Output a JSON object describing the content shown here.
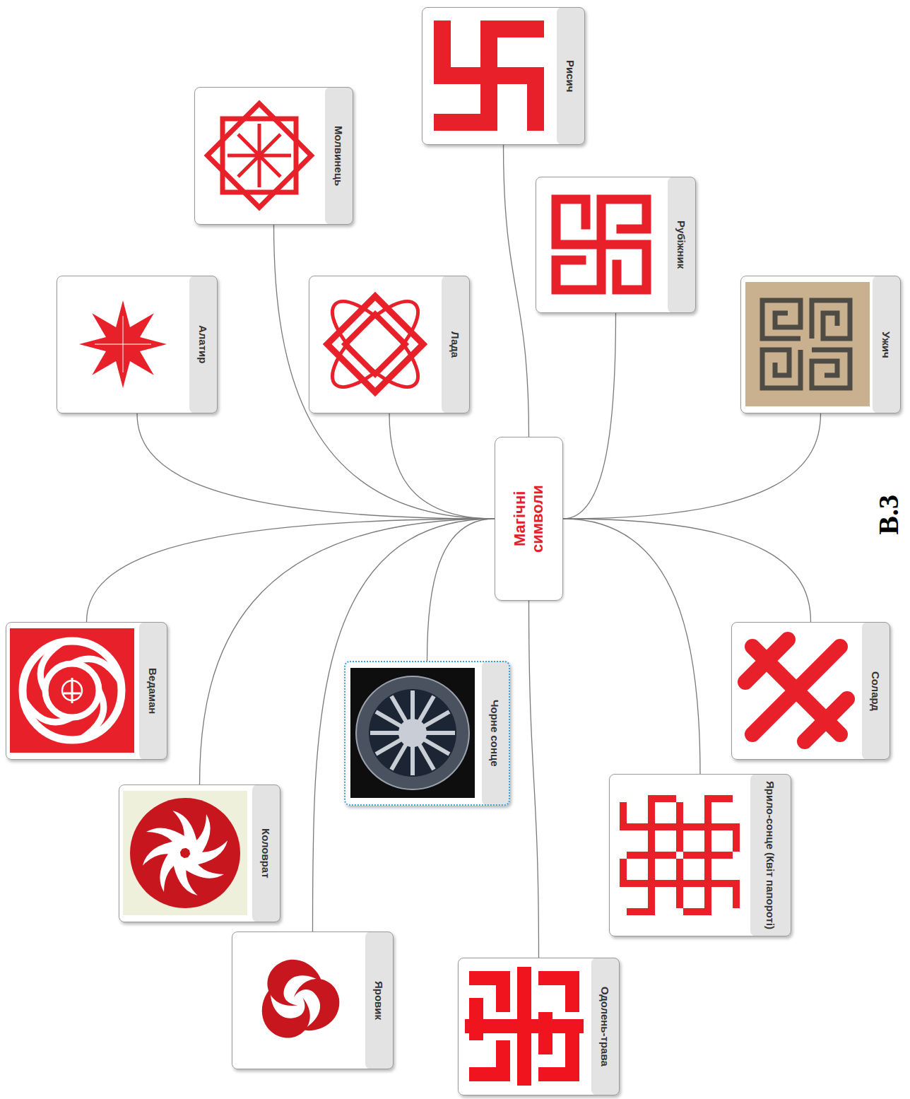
{
  "diagram": {
    "nodes": [
      {
        "text": [
          "Магічні символи"
        ]
      },
      {
        "text": [
          "Алатир"
        ]
      },
      {
        "text": [
          "Молвинець"
        ]
      },
      {
        "text": [
          "Рисич"
        ]
      },
      {
        "text": [
          "Лада"
        ]
      },
      {
        "text": [
          "Рубіжник"
        ]
      },
      {
        "text": [
          "Ужич"
        ]
      },
      {
        "text": [
          "Ведаман"
        ]
      },
      {
        "text": [
          "Коловрат"
        ]
      },
      {
        "text": [
          "Чорне сонце"
        ]
      },
      {
        "text": [
          "Яровик"
        ]
      },
      {
        "text": [
          "Одолень-трава"
        ]
      },
      {
        "text": [
          "Ярило-сонце (Квіт папороті)"
        ]
      },
      {
        "text": [
          "Солард"
        ]
      }
    ],
    "edges": [
      {
        "from": 0,
        "to": 1,
        "arrow": "none"
      },
      {
        "from": 0,
        "to": 2,
        "arrow": "none"
      },
      {
        "from": 0,
        "to": 3,
        "arrow": "none"
      },
      {
        "from": 0,
        "to": 4,
        "arrow": "none"
      },
      {
        "from": 0,
        "to": 5,
        "arrow": "none"
      },
      {
        "from": 0,
        "to": 6,
        "arrow": "none"
      },
      {
        "from": 0,
        "to": 7,
        "arrow": "none"
      },
      {
        "from": 0,
        "to": 8,
        "arrow": "none"
      },
      {
        "from": 0,
        "to": 9,
        "arrow": "none"
      },
      {
        "from": 0,
        "to": 10,
        "arrow": "none"
      },
      {
        "from": 0,
        "to": 11,
        "arrow": "none"
      },
      {
        "from": 0,
        "to": 12,
        "arrow": "none"
      },
      {
        "from": 0,
        "to": 13,
        "arrow": "none"
      }
    ],
    "labels": [
      "В.3"
    ]
  }
}
